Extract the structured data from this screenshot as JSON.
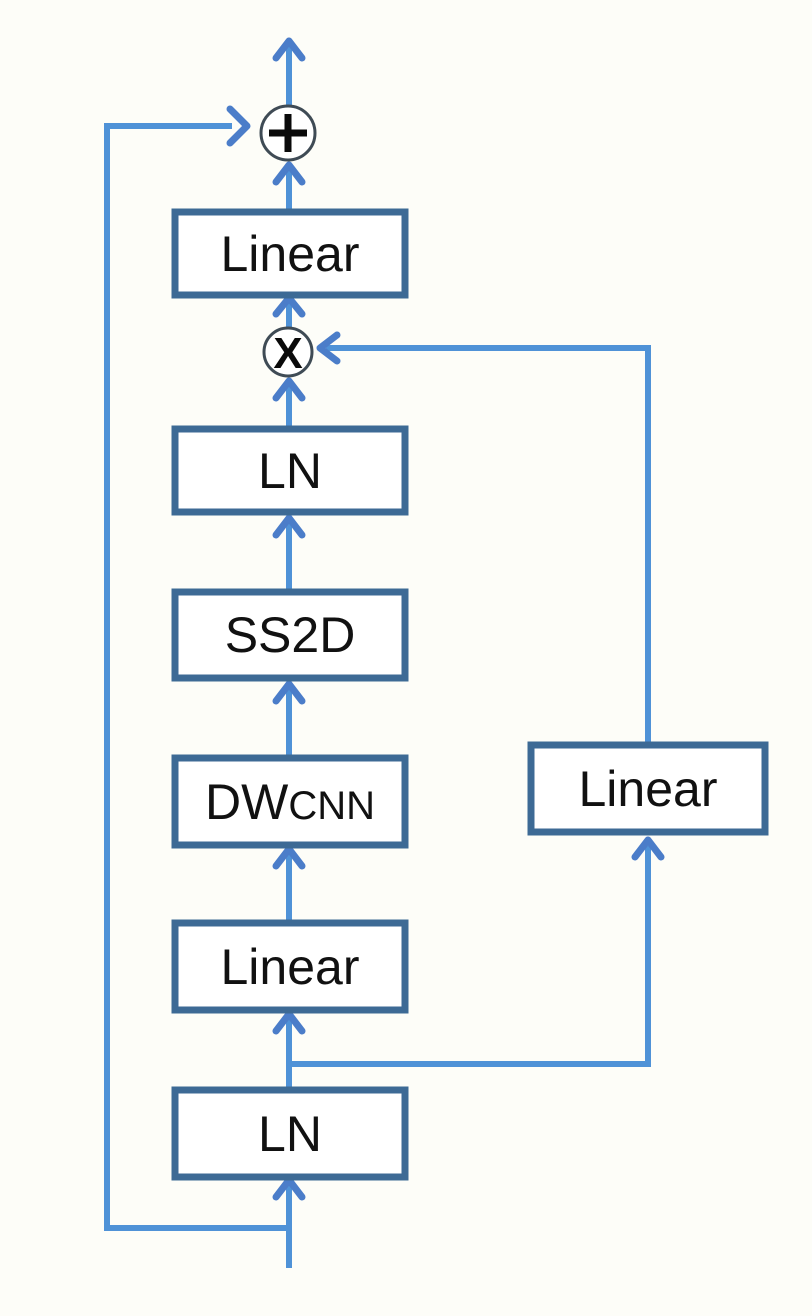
{
  "diagram_type": "neural-network-block-flowchart",
  "colors": {
    "background": "#fdfdf8",
    "arrow_line": "#4f92d7",
    "arrowhead": "#4b7dc9",
    "box_border": "#3d6a95",
    "box_fill": "#ffffff",
    "circle_outline": "#3f4b55",
    "operator_symbol": "#0a0a0a",
    "label_text": "#111111"
  },
  "nodes": {
    "linear_output": {
      "label": "Linear"
    },
    "ln_upper": {
      "label": "LN"
    },
    "ss2d": {
      "label": "SS2D"
    },
    "dwcnn": {
      "label_prefix": "DW",
      "label_suffix": "CNN"
    },
    "linear_input": {
      "label": "Linear"
    },
    "ln_input": {
      "label": "LN"
    },
    "linear_gate": {
      "label": "Linear"
    }
  },
  "operators": {
    "add": "+",
    "multiply": "X"
  },
  "connections": {
    "main_path": "input -> LN -> Linear -> DWCNN -> SS2D -> LN -> multiply -> Linear -> add -> output",
    "skip_path": "input -> add",
    "gate_path": "after LN -> Linear -> multiply"
  }
}
